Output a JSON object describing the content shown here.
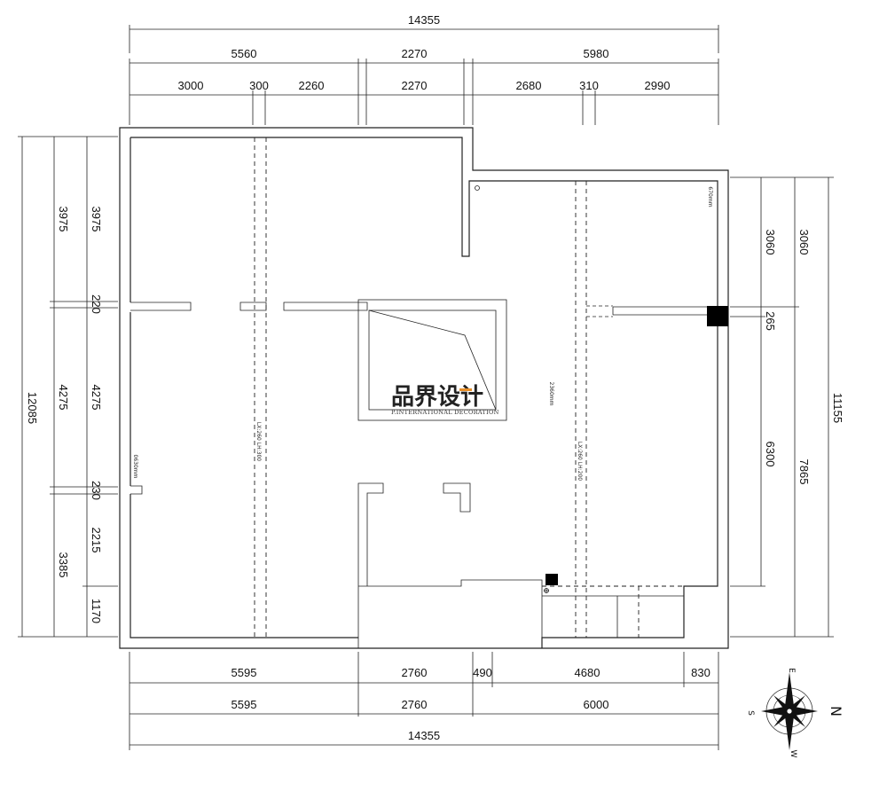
{
  "dimensions": {
    "top": {
      "total": "14355",
      "row2": [
        "5560",
        "2270",
        "5980"
      ],
      "row3": [
        "3000",
        "300",
        "2260",
        "2270",
        "2680",
        "310",
        "2990"
      ]
    },
    "bottom": {
      "row1": [
        "5595",
        "2760",
        "490",
        "4680",
        "830"
      ],
      "row2": [
        "5595",
        "2760",
        "6000"
      ],
      "total": "14355"
    },
    "left": {
      "total": "12085",
      "outer": [
        "3975",
        "4275",
        "3385"
      ],
      "inner": [
        "3975",
        "220",
        "4275",
        "230",
        "2215",
        "1170"
      ]
    },
    "right": {
      "total": "11155",
      "outer": [
        "3060",
        "7865"
      ],
      "inner": [
        "3060",
        "265",
        "6300"
      ]
    }
  },
  "annotations": {
    "beam_left": "LX:260 LH:300",
    "beam_right": "LX:260 LH:200",
    "left_wall_note": "0630mm",
    "right_top_note": "670mm",
    "center_note": "2360mm"
  },
  "logo": {
    "cn_main": "品界设计",
    "en": "P.INTERNATIONAL DECORATION",
    "accent_color": "#e8902a"
  },
  "compass": {
    "north": "N",
    "south": "S",
    "east": "E",
    "west": "W"
  }
}
